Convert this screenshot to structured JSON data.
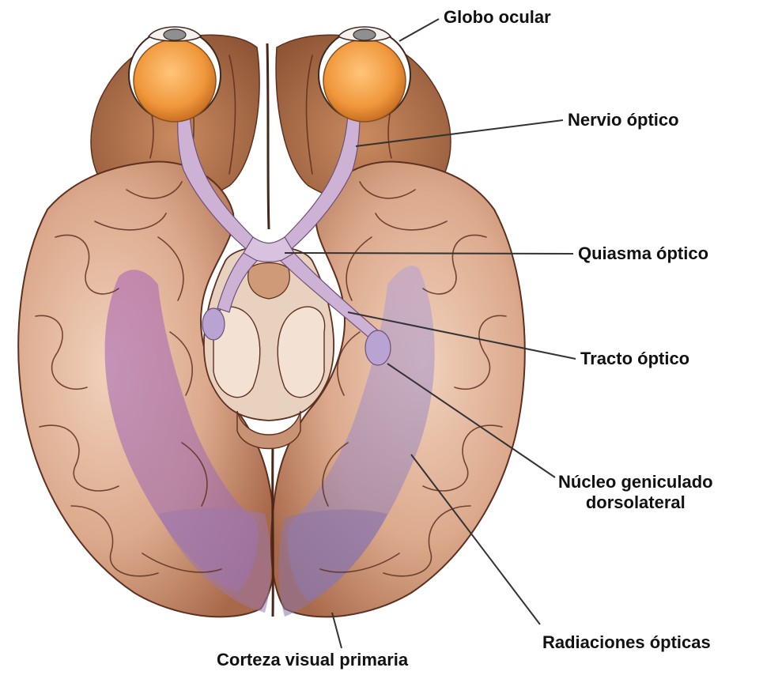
{
  "diagram": {
    "labels": {
      "globo_ocular": "Globo ocular",
      "nervio_optico": "Nervio óptico",
      "quiasma_optico": "Quiasma óptico",
      "tracto_optico": "Tracto óptico",
      "nucleo_geniculado_line1": "Núcleo geniculado",
      "nucleo_geniculado_line2": "dorsolateral",
      "radiaciones_opticas": "Radiaciones ópticas",
      "corteza_visual_primaria": "Corteza visual primaria"
    },
    "colors": {
      "brain_base": "#d9a487",
      "brain_light": "#efcdb8",
      "brain_shadow": "#a96a4b",
      "sulcus_line": "#5e3020",
      "eye_orange": "#f2a24a",
      "optic_pathway": "#c9a8cf",
      "optic_radiation": "#b57ab8",
      "visual_cortex": "#9c79ad",
      "leader_line": "#333333"
    }
  }
}
